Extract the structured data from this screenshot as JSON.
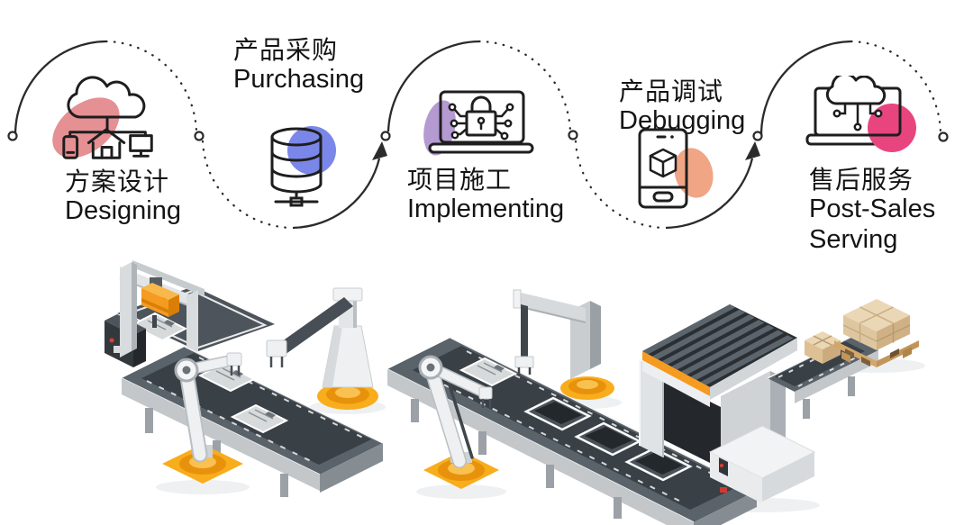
{
  "process_flow": {
    "connector_color": "#2b2b2b",
    "steps": [
      {
        "zh": "方案设计",
        "en": "Designing",
        "icon": "cloud-connected-devices-icon",
        "blob_color": "#e59093"
      },
      {
        "zh": "产品采购",
        "en": "Purchasing",
        "icon": "database-icon",
        "blob_color": "#7b87e8"
      },
      {
        "zh": "项目施工",
        "en": "Implementing",
        "icon": "laptop-security-circuit-icon",
        "blob_color": "#b59ad2"
      },
      {
        "zh": "产品调试",
        "en": "Debugging",
        "icon": "smartphone-3d-cube-icon",
        "blob_color": "#f0a585"
      },
      {
        "zh": "售后服务",
        "en": "Post-Sales Serving",
        "icon": "laptop-cloud-circuit-icon",
        "blob_color": "#e8457f"
      }
    ]
  },
  "illustration": {
    "name": "isometric-automated-production-line",
    "elements": [
      "gantry-cnc-machine",
      "robotic-arms",
      "conveyor-belts",
      "circuit-boards",
      "pick-and-place-robots",
      "stamping-press",
      "packed-carton",
      "pallet-of-cartons"
    ],
    "colors": {
      "machine_yellow": "#f8ad1d",
      "machine_orange": "#e8920c",
      "conveyor_dark": "#4f575f",
      "conveyor_light": "#c7cbcd",
      "carton_tan": "#ead7b6"
    }
  }
}
